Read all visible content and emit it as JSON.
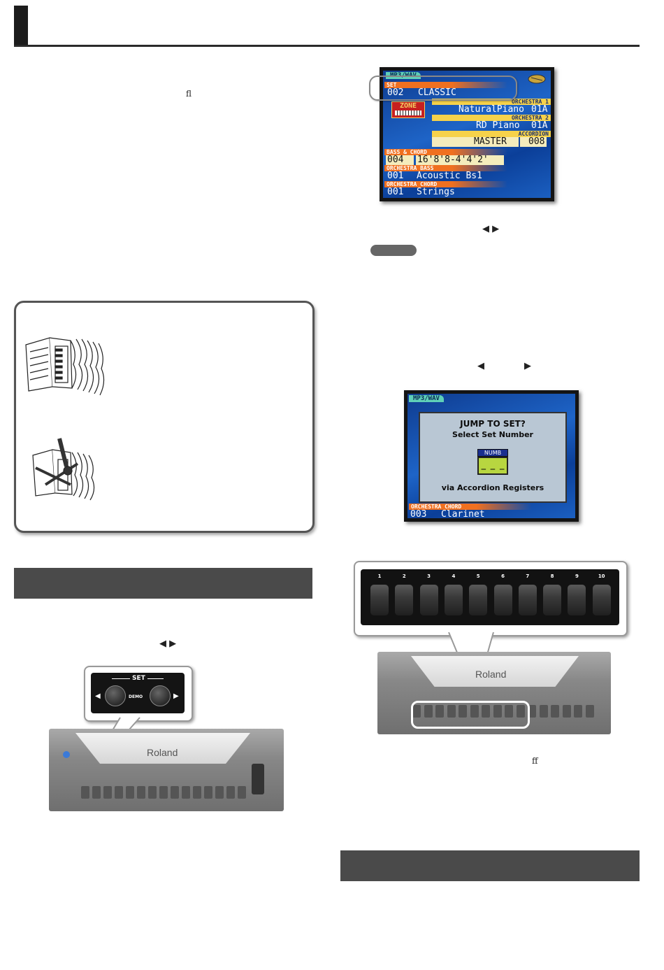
{
  "page": {
    "text_fragments": {
      "ligature_fl": "ﬂ",
      "ligature_ff": "ﬀ",
      "arrows_top": "◀ ▶",
      "arrows_mid_left": "◀",
      "arrows_mid_right": "▶",
      "arrows_left_col": "◀ ▶"
    }
  },
  "screen_main": {
    "mp3_label": "MP3/WAV",
    "set_label": "SET",
    "set_number": "002",
    "set_name": "CLASSIC",
    "zone_label": "ZONE",
    "orchestra1_label": "ORCHESTRA 1",
    "orchestra1_name": "NaturalPiano",
    "orchestra1_bank": "01A",
    "orchestra2_label": "ORCHESTRA 2",
    "orchestra2_name": "RD Piano",
    "orchestra2_bank": "01A",
    "accordion_label": "ACCORDION",
    "accordion_name": "MASTER",
    "accordion_number": "008",
    "bass_chord_label": "BASS & CHORD",
    "bass_chord_number": "004",
    "bass_chord_value": "16'8'8-4'4'2'",
    "orch_bass_label": "ORCHESTRA BASS",
    "orch_bass_number": "001",
    "orch_bass_name": "Acoustic Bs1",
    "orch_chord_label": "ORCHESTRA CHORD",
    "orch_chord_number": "001",
    "orch_chord_name": "Strings"
  },
  "screen_jump": {
    "mp3_label": "MP3/WAV",
    "title": "JUMP TO SET?",
    "subtitle": "Select Set Number",
    "numb_label": "NUMB",
    "numb_value": "_ _ _",
    "footer": "via Accordion Registers",
    "orch_chord_label": "ORCHESTRA CHORD",
    "orch_chord_number": "003",
    "orch_chord_name": "Clarinet"
  },
  "set_panel": {
    "set_label": "SET",
    "demo_label": "DEMO",
    "left_arrow": "◀",
    "right_arrow": "▶"
  },
  "accordion_brand": "Roland",
  "register_buttons": [
    "1",
    "2",
    "3",
    "4",
    "5",
    "6",
    "7",
    "8",
    "9",
    "10"
  ]
}
